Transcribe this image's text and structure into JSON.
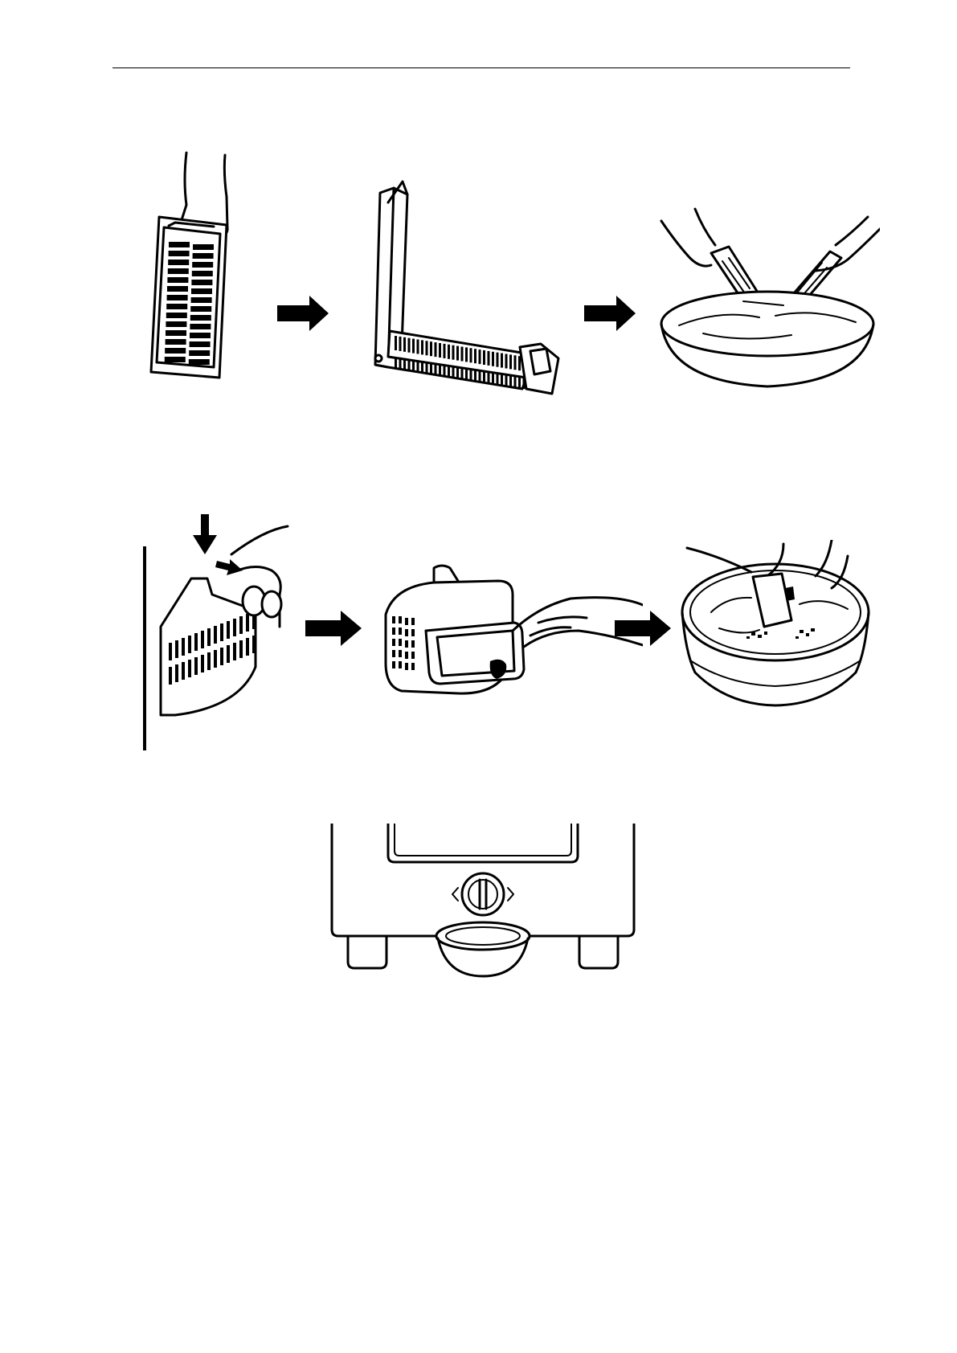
{
  "page": {
    "illustrations": [
      "lint-filter-removal-sequence",
      "drain-pump-filter-removal-sequence",
      "drain-valve-with-basin"
    ],
    "icons": [
      "arrow-right-icon",
      "arrow-down-icon"
    ]
  }
}
